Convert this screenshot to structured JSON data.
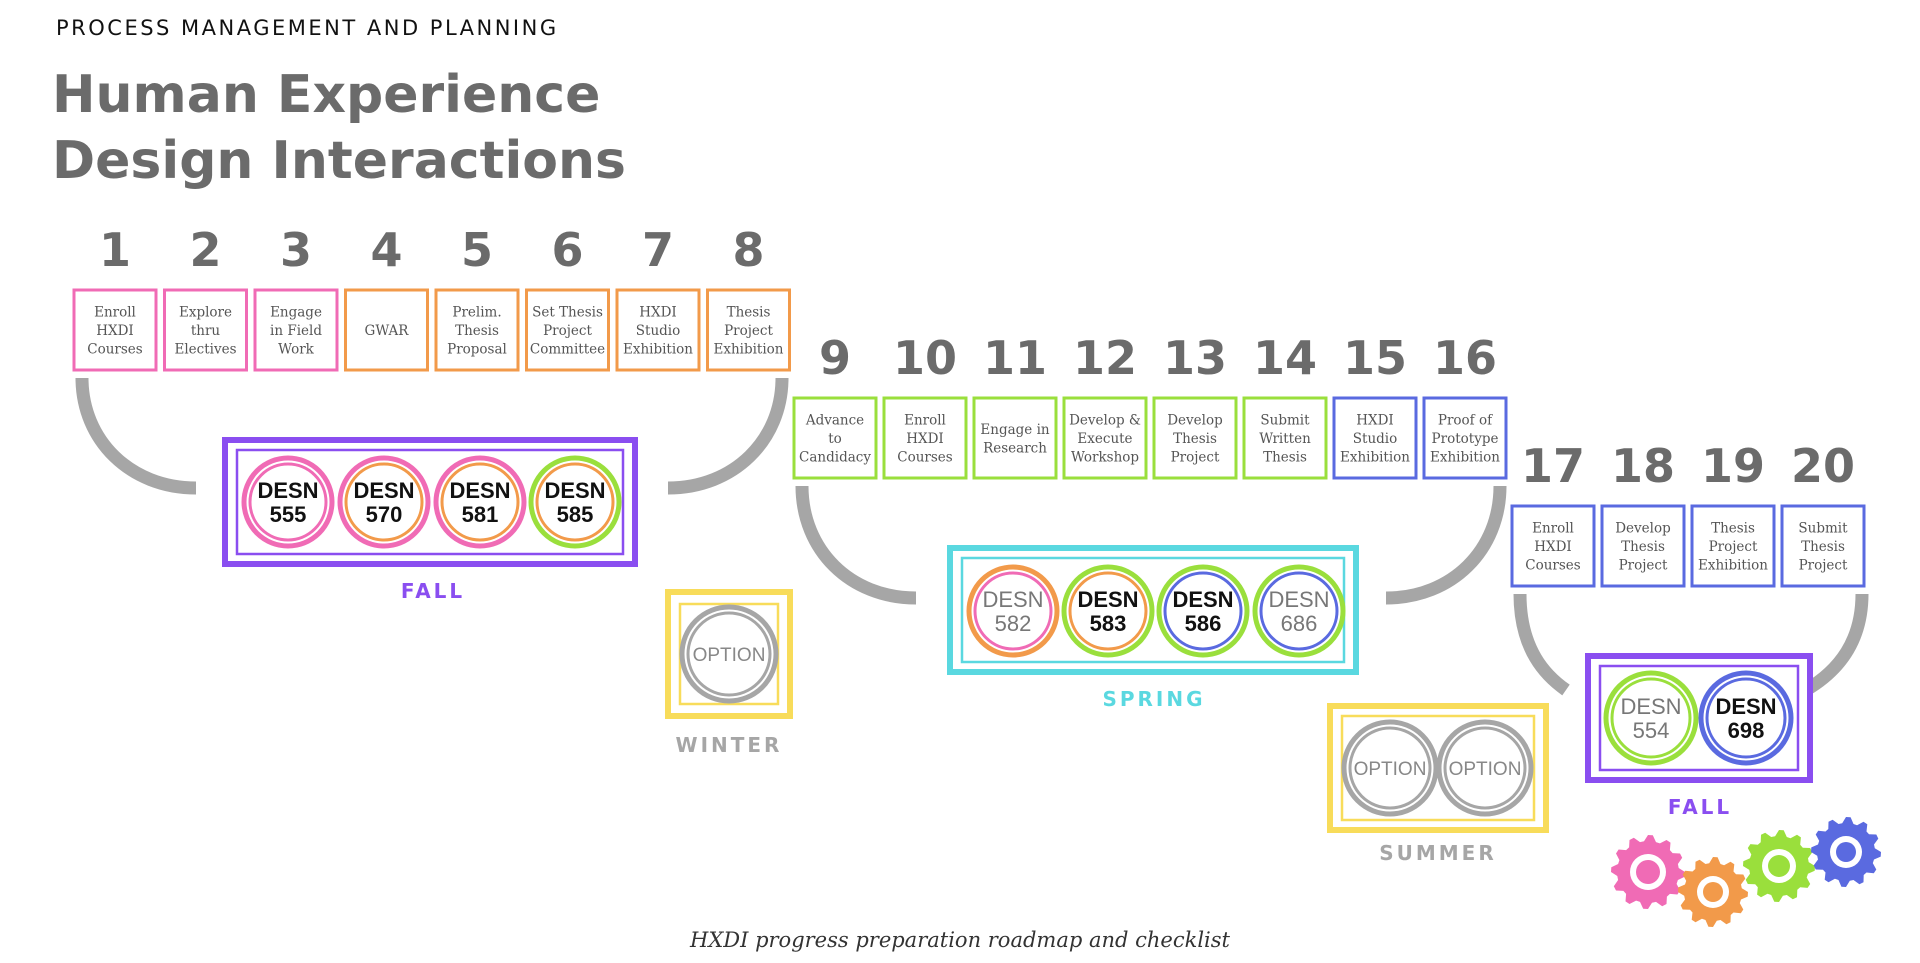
{
  "header": {
    "eyebrow": "PROCESS MANAGEMENT AND PLANNING",
    "title_line1": "Human Experience",
    "title_line2": "Design Interactions"
  },
  "caption": "HXDI progress preparation roadmap and checklist",
  "colors": {
    "pink": "#f06bb5",
    "orange": "#f29a4a",
    "green": "#9adf3c",
    "blue": "#5a6ae0",
    "purple": "#8a4ef0",
    "cyan": "#5ad8e0",
    "yellow": "#f8dc5a",
    "gray": "#a6a6a6",
    "number_gray": "#6b6b6b"
  },
  "steps": [
    {
      "n": "1",
      "lines": [
        "Enroll",
        "HXDI",
        "Courses"
      ],
      "color": "pink"
    },
    {
      "n": "2",
      "lines": [
        "Explore",
        "thru",
        "Electives"
      ],
      "color": "pink"
    },
    {
      "n": "3",
      "lines": [
        "Engage",
        "in Field",
        "Work"
      ],
      "color": "pink"
    },
    {
      "n": "4",
      "lines": [
        "GWAR"
      ],
      "color": "orange"
    },
    {
      "n": "5",
      "lines": [
        "Prelim.",
        "Thesis",
        "Proposal"
      ],
      "color": "orange"
    },
    {
      "n": "6",
      "lines": [
        "Set Thesis",
        "Project",
        "Committee"
      ],
      "color": "orange"
    },
    {
      "n": "7",
      "lines": [
        "HXDI",
        "Studio",
        "Exhibition"
      ],
      "color": "orange"
    },
    {
      "n": "8",
      "lines": [
        "Thesis",
        "Project",
        "Exhibition"
      ],
      "color": "orange"
    },
    {
      "n": "9",
      "lines": [
        "Advance",
        "to",
        "Candidacy"
      ],
      "color": "green"
    },
    {
      "n": "10",
      "lines": [
        "Enroll",
        "HXDI",
        "Courses"
      ],
      "color": "green"
    },
    {
      "n": "11",
      "lines": [
        "Engage in",
        "Research"
      ],
      "color": "green"
    },
    {
      "n": "12",
      "lines": [
        "Develop &",
        "Execute",
        "Workshop"
      ],
      "color": "green"
    },
    {
      "n": "13",
      "lines": [
        "Develop",
        "Thesis",
        "Project"
      ],
      "color": "green"
    },
    {
      "n": "14",
      "lines": [
        "Submit",
        "Written",
        "Thesis"
      ],
      "color": "green"
    },
    {
      "n": "15",
      "lines": [
        "HXDI",
        "Studio",
        "Exhibition"
      ],
      "color": "blue"
    },
    {
      "n": "16",
      "lines": [
        "Proof of",
        "Prototype",
        "Exhibition"
      ],
      "color": "blue"
    },
    {
      "n": "17",
      "lines": [
        "Enroll",
        "HXDI",
        "Courses"
      ],
      "color": "blue"
    },
    {
      "n": "18",
      "lines": [
        "Develop",
        "Thesis",
        "Project"
      ],
      "color": "blue"
    },
    {
      "n": "19",
      "lines": [
        "Thesis",
        "Project",
        "Exhibition"
      ],
      "color": "blue"
    },
    {
      "n": "20",
      "lines": [
        "Submit",
        "Thesis",
        "Project"
      ],
      "color": "blue"
    }
  ],
  "semesters": [
    {
      "label": "FALL",
      "label_color": "purple",
      "border": "purple",
      "courses": [
        {
          "code": "DESN",
          "num": "555",
          "outer": "pink",
          "inner": "pink",
          "bold": true
        },
        {
          "code": "DESN",
          "num": "570",
          "outer": "pink",
          "inner": "orange",
          "bold": true
        },
        {
          "code": "DESN",
          "num": "581",
          "outer": "pink",
          "inner": "orange",
          "bold": true
        },
        {
          "code": "DESN",
          "num": "585",
          "outer": "green",
          "inner": "orange",
          "bold": true
        }
      ]
    },
    {
      "label": "WINTER",
      "label_color": "gray",
      "border": "yellow",
      "courses": [
        {
          "code": "OPTION",
          "num": "",
          "outer": "gray",
          "inner": "gray",
          "bold": false
        }
      ]
    },
    {
      "label": "SPRING",
      "label_color": "cyan",
      "border": "cyan",
      "courses": [
        {
          "code": "DESN",
          "num": "582",
          "outer": "orange",
          "inner": "pink",
          "bold": false
        },
        {
          "code": "DESN",
          "num": "583",
          "outer": "green",
          "inner": "orange",
          "bold": true
        },
        {
          "code": "DESN",
          "num": "586",
          "outer": "green",
          "inner": "blue",
          "bold": true
        },
        {
          "code": "DESN",
          "num": "686",
          "outer": "green",
          "inner": "blue",
          "bold": false
        }
      ]
    },
    {
      "label": "SUMMER",
      "label_color": "gray",
      "border": "yellow",
      "courses": [
        {
          "code": "OPTION",
          "num": "",
          "outer": "gray",
          "inner": "gray",
          "bold": false
        },
        {
          "code": "OPTION",
          "num": "",
          "outer": "gray",
          "inner": "gray",
          "bold": false
        }
      ]
    },
    {
      "label": "FALL",
      "label_color": "purple",
      "border": "purple",
      "courses": [
        {
          "code": "DESN",
          "num": "554",
          "outer": "green",
          "inner": "green",
          "bold": false
        },
        {
          "code": "DESN",
          "num": "698",
          "outer": "blue",
          "inner": "blue",
          "bold": true
        }
      ]
    }
  ],
  "gears": [
    {
      "color": "pink",
      "name": "pink-gear-icon"
    },
    {
      "color": "orange",
      "name": "orange-gear-icon"
    },
    {
      "color": "green",
      "name": "green-gear-icon"
    },
    {
      "color": "blue",
      "name": "blue-gear-icon"
    }
  ]
}
